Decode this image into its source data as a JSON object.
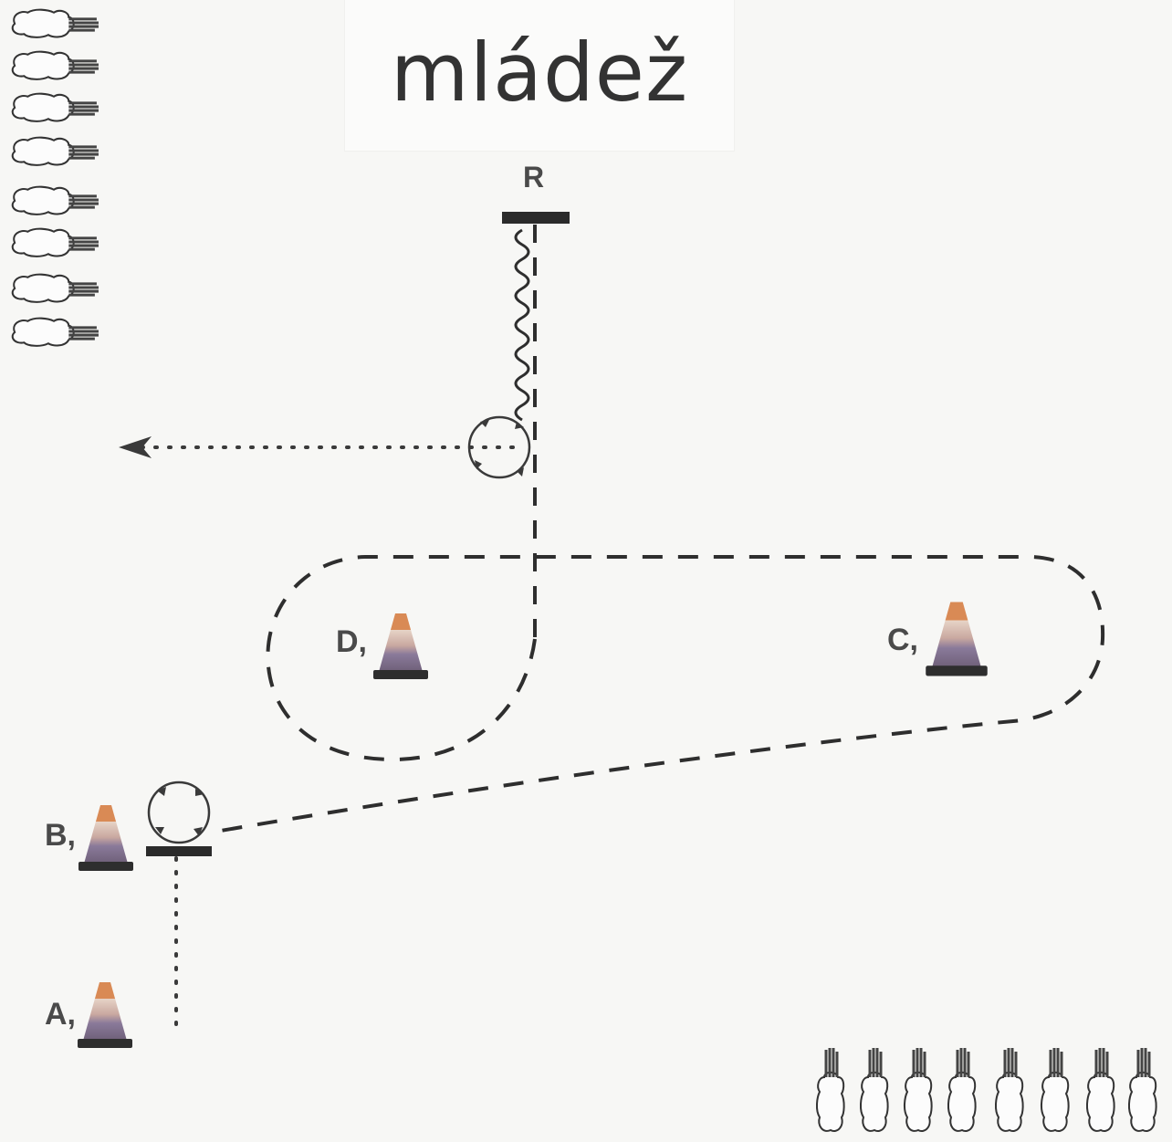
{
  "title": "mládež",
  "markers": {
    "r": "R",
    "a": "A,",
    "b": "B,",
    "c": "C,",
    "d": "D,"
  },
  "icons": {
    "cone": "traffic-cone-icon",
    "player_horizontal": "player-horizontal-icon",
    "player_vertical": "player-vertical-icon",
    "rotation": "rotation-circle-icon"
  },
  "colors": {
    "ink": "#333333",
    "label": "#4a4a4a",
    "cone_orange": "#d98a55",
    "cone_light": "#e7d4c7",
    "cone_purple": "#8a7a9a",
    "background": "#f7f7f5"
  },
  "group_left_players": 8,
  "group_bottom_players": 8
}
